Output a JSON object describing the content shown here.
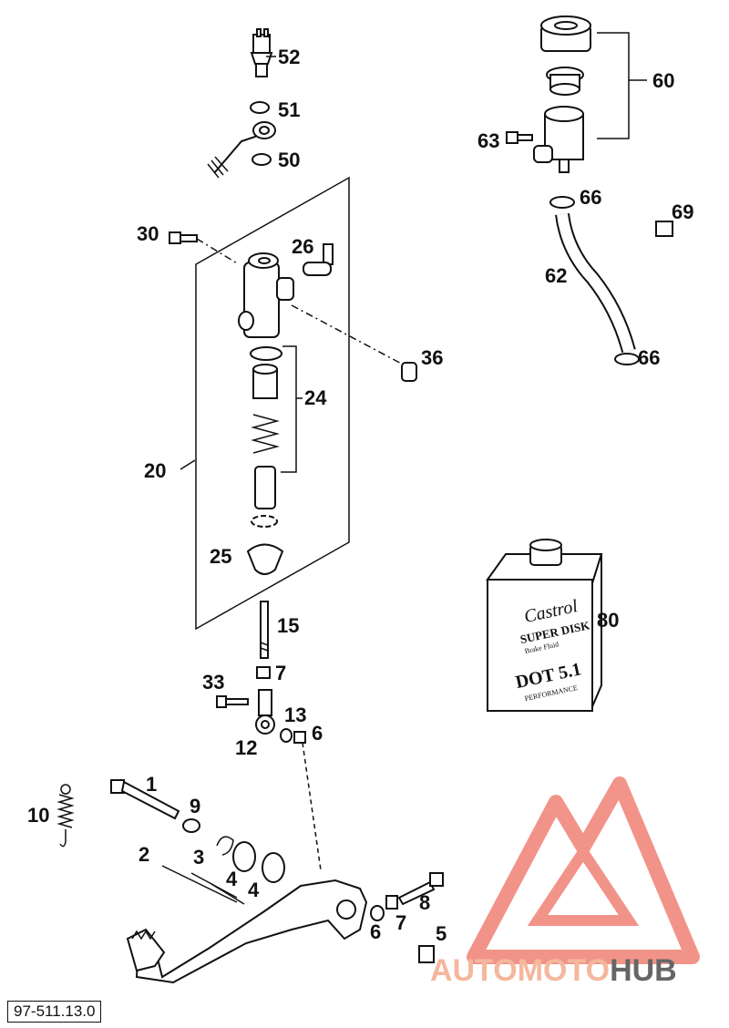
{
  "callouts": {
    "c52": "52",
    "c51": "51",
    "c50": "50",
    "c30": "30",
    "c26": "26",
    "c36": "36",
    "c24": "24",
    "c20": "20",
    "c25": "25",
    "c15": "15",
    "c33": "33",
    "c7a": "7",
    "c13": "13",
    "c6a": "6",
    "c12": "12",
    "c1": "1",
    "c9": "9",
    "c10": "10",
    "c2": "2",
    "c3": "3",
    "c4a": "4",
    "c4b": "4",
    "c8": "8",
    "c7b": "7",
    "c6b": "6",
    "c5": "5",
    "c60": "60",
    "c63": "63",
    "c66a": "66",
    "c69": "69",
    "c62": "62",
    "c66b": "66",
    "c80": "80"
  },
  "fluid_can": {
    "brand": "Castrol",
    "product": "SUPER DISK",
    "subtitle": "Brake Fluid",
    "grade": "DOT 5.1",
    "tagline": "PERFORMANCE"
  },
  "watermark": {
    "part1": "AUTOMOTO",
    "part2": "HUB",
    "color_light": "#f4b79d",
    "color_dark": "#666666",
    "logo_color": "#ee7062"
  },
  "reference_code": "97-511.13.0"
}
